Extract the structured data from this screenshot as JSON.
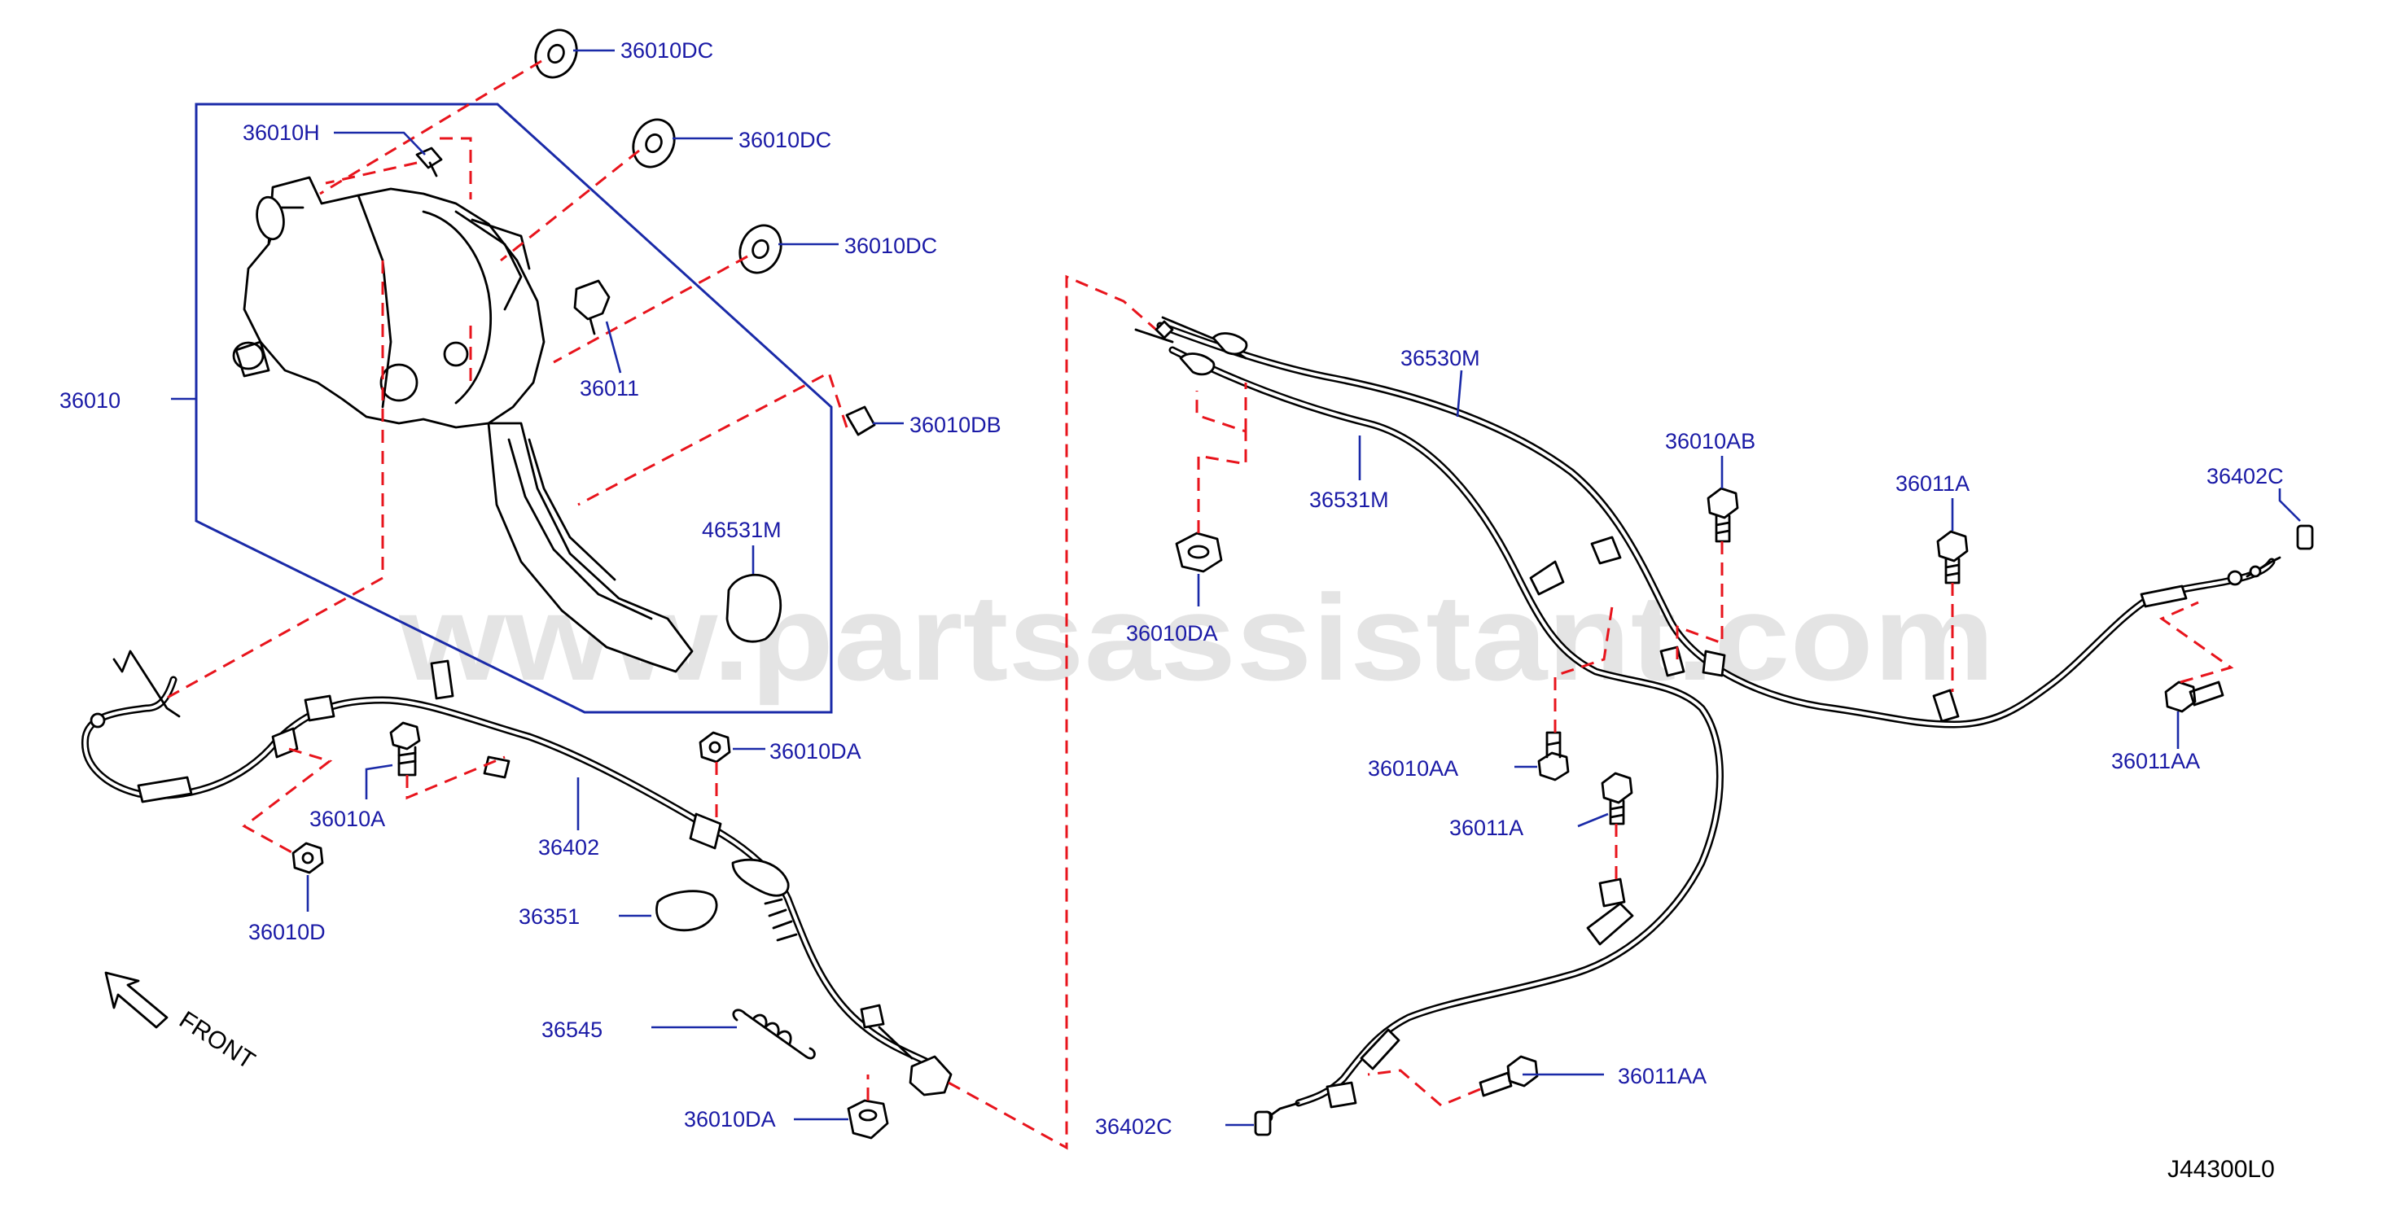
{
  "watermark": "www.partsassistant.com",
  "diagram_code": "J44300L0",
  "front_label": "FRONT",
  "labels": [
    {
      "id": "l1",
      "text": "36010DC"
    },
    {
      "id": "l2",
      "text": "36010DC"
    },
    {
      "id": "l3",
      "text": "36010DC"
    },
    {
      "id": "l4",
      "text": "36010H"
    },
    {
      "id": "l5",
      "text": "36010"
    },
    {
      "id": "l6",
      "text": "36011"
    },
    {
      "id": "l7",
      "text": "36010DB"
    },
    {
      "id": "l8",
      "text": "46531M"
    },
    {
      "id": "l9",
      "text": "36010DA"
    },
    {
      "id": "l10",
      "text": "36010A"
    },
    {
      "id": "l11",
      "text": "36402"
    },
    {
      "id": "l12",
      "text": "36010D"
    },
    {
      "id": "l13",
      "text": "36351"
    },
    {
      "id": "l14",
      "text": "36545"
    },
    {
      "id": "l15",
      "text": "36010DA"
    },
    {
      "id": "l16",
      "text": "36530M"
    },
    {
      "id": "l17",
      "text": "36531M"
    },
    {
      "id": "l18",
      "text": "36010DA"
    },
    {
      "id": "l19",
      "text": "36010AB"
    },
    {
      "id": "l20",
      "text": "36011A"
    },
    {
      "id": "l21",
      "text": "36402C"
    },
    {
      "id": "l22",
      "text": "36010AA"
    },
    {
      "id": "l23",
      "text": "36011A"
    },
    {
      "id": "l24",
      "text": "36011AA"
    },
    {
      "id": "l25",
      "text": "36011AA"
    },
    {
      "id": "l26",
      "text": "36402C"
    }
  ]
}
